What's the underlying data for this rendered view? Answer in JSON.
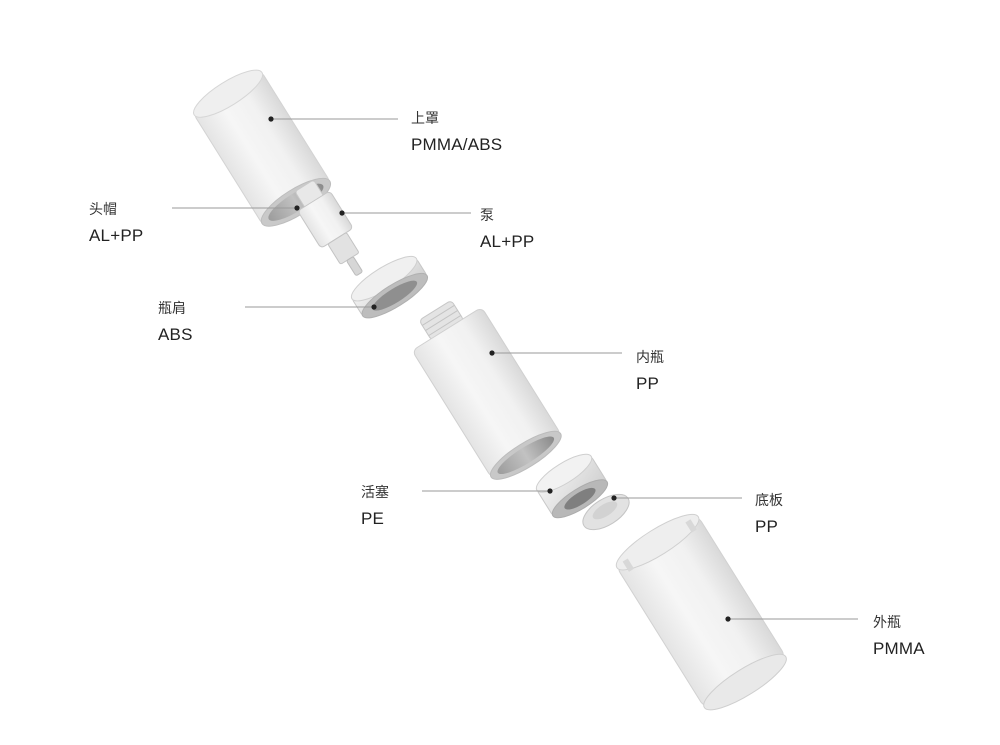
{
  "parts": [
    {
      "id": "cap",
      "name": "上罩",
      "material": "PMMA/ABS"
    },
    {
      "id": "actuator",
      "name": "头帽",
      "material": "AL+PP"
    },
    {
      "id": "pump",
      "name": "泵",
      "material": "AL+PP"
    },
    {
      "id": "shoulder",
      "name": "瓶肩",
      "material": "ABS"
    },
    {
      "id": "inner-bottle",
      "name": "内瓶",
      "material": "PP"
    },
    {
      "id": "piston",
      "name": "活塞",
      "material": "PE"
    },
    {
      "id": "base-plate",
      "name": "底板",
      "material": "PP"
    },
    {
      "id": "outer-bottle",
      "name": "外瓶",
      "material": "PMMA"
    }
  ]
}
